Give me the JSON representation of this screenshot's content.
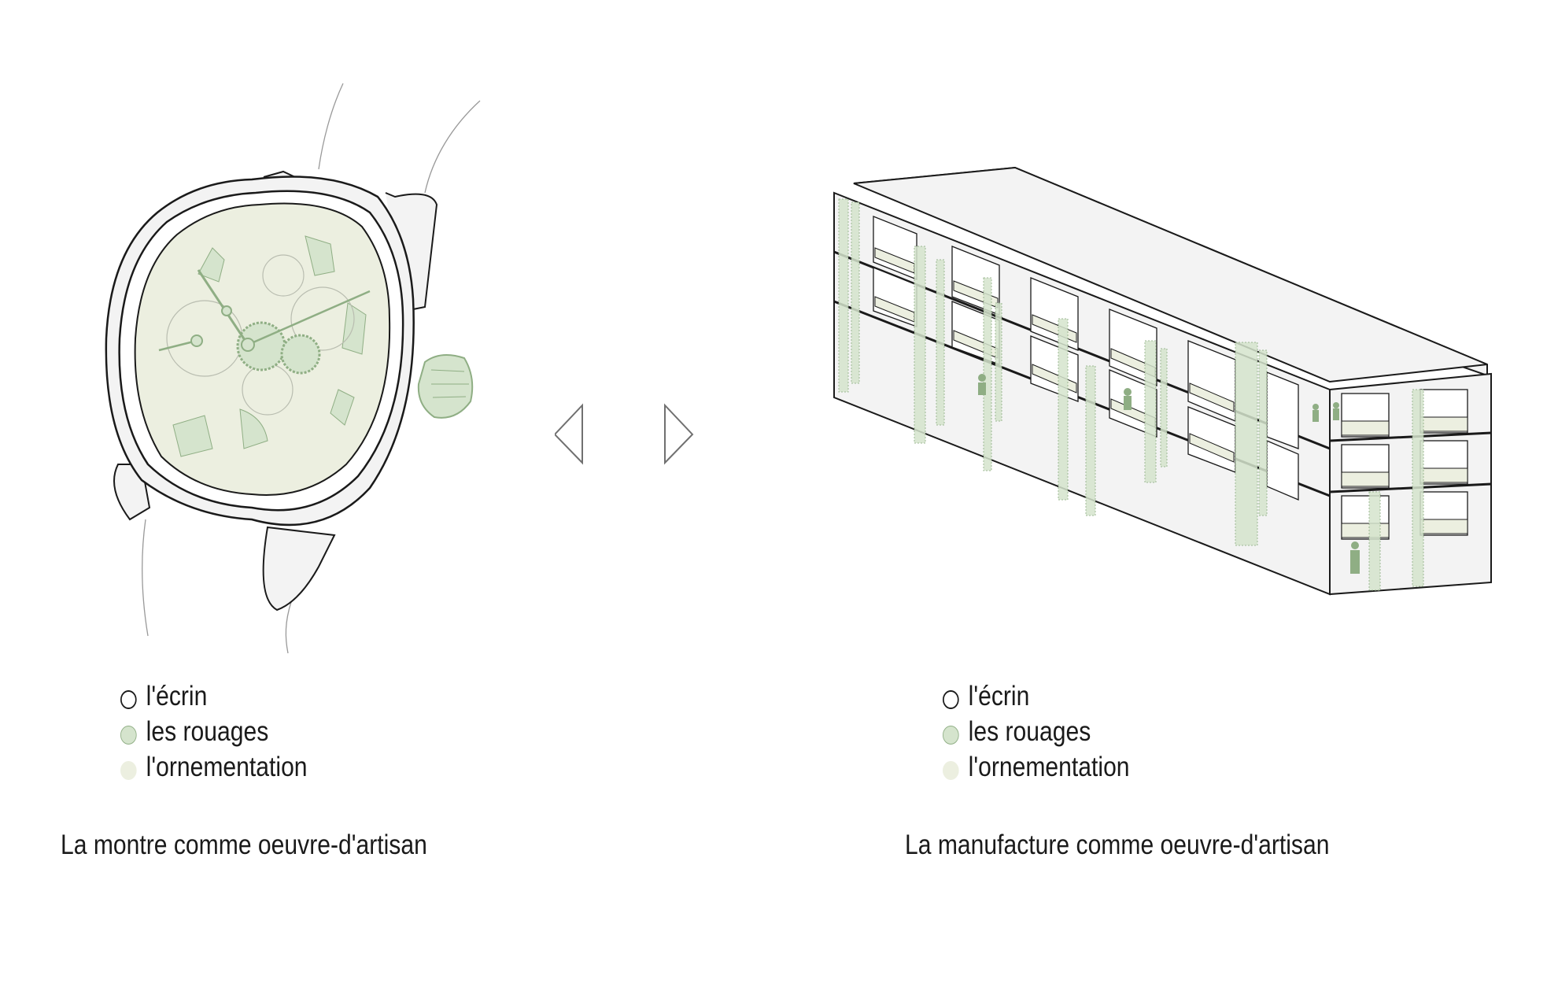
{
  "legend_left": {
    "items": [
      {
        "label": "l'écrin"
      },
      {
        "label": "les rouages"
      },
      {
        "label": "l'ornementation"
      }
    ]
  },
  "legend_right": {
    "items": [
      {
        "label": "l'écrin"
      },
      {
        "label": "les rouages"
      },
      {
        "label": "l'ornementation"
      }
    ]
  },
  "captions": {
    "left": "La montre comme oeuvre-d'artisan",
    "right": "La manufacture comme oeuvre-d'artisan"
  },
  "colors": {
    "outline": "#1a1a1a",
    "rouages": "#d5e4cd",
    "rouages_stroke": "#8fae84",
    "ornementation": "#ecefe0"
  },
  "icons": {
    "left_arrow": "triangle-left-outline",
    "right_arrow": "triangle-right-outline"
  }
}
